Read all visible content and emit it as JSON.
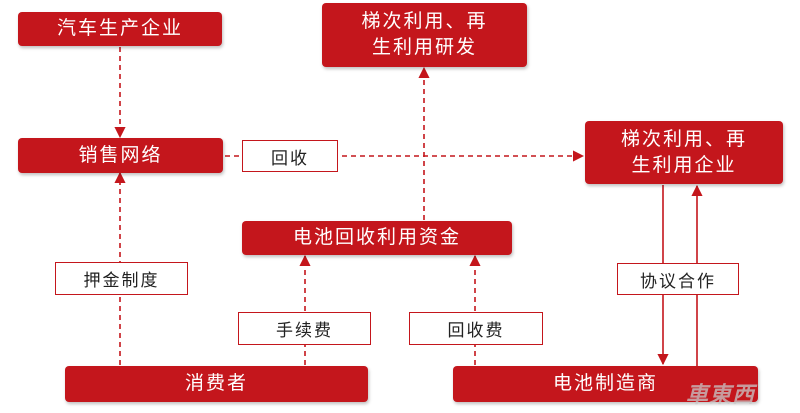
{
  "nodes": {
    "auto_maker": "汽车生产企业",
    "sales_network": "销售网络",
    "consumer": "消费者",
    "recycle_fund": "电池回收利用资金",
    "reuse_rd_line1": "梯次利用、再",
    "reuse_rd_line2": "生利用研发",
    "reuse_ent_line1": "梯次利用、再",
    "reuse_ent_line2": "生利用企业",
    "battery_maker": "电池制造商"
  },
  "labels": {
    "recycle": "回收",
    "deposit_system": "押金制度",
    "handling_fee": "手续费",
    "recycle_fee": "回收费",
    "cooperation": "协议合作"
  },
  "watermark": "車東西",
  "colors": {
    "accent": "#c4161c",
    "label_bg": "#ffffff"
  }
}
